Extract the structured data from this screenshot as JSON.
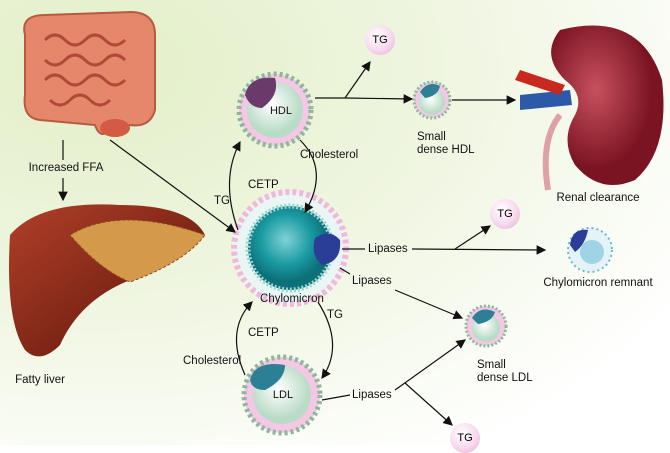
{
  "labels": {
    "increased_ffa": "Increased FFA",
    "fatty_liver": "Fatty liver",
    "hdl": "HDL",
    "ldl": "LDL",
    "chylomicron": "Chylomicron",
    "cholesterol_top": "Cholesterol",
    "cetp_top": "CETP",
    "tg_top_left": "TG",
    "cholesterol_bottom": "Cholesterol",
    "cetp_bottom": "CETP",
    "tg_bottom": "TG",
    "small_dense_hdl_1": "Small",
    "small_dense_hdl_2": "dense HDL",
    "small_dense_ldl_1": "Small",
    "small_dense_ldl_2": "dense LDL",
    "renal_clearance": "Renal clearance",
    "lipases_1": "Lipases",
    "lipases_2": "Lipases",
    "lipases_3": "Lipases",
    "chylomicron_remnant": "Chylomicron remnant",
    "tg_bubble_top": "TG",
    "tg_bubble_mid": "TG",
    "tg_bubble_bottom": "TG"
  }
}
